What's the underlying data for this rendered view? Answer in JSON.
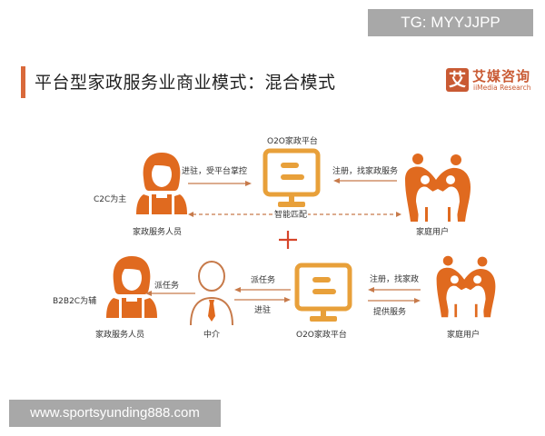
{
  "watermarks": {
    "top_right": "TG: MYYJJPP",
    "bottom_left": "www.sportsyunding888.com"
  },
  "header": {
    "title": "平台型家政服务业商业模式：混合模式",
    "accent_color": "#d9693a"
  },
  "logo": {
    "icon_char": "艾",
    "name_cn": "艾媒咨询",
    "name_en": "iiMedia Research",
    "color": "#c95a33"
  },
  "colors": {
    "person_orange": "#e06a1f",
    "platform_gold": "#e8a03a",
    "arrow_brown": "#c77a4a",
    "plus_red": "#d6452a"
  },
  "diagram": {
    "top_model": {
      "label": "C2C为主",
      "worker": "家政服务人员",
      "platform": "O2O家政平台",
      "user": "家庭用户",
      "arrow_worker_to_platform": "进驻，受平台掌控",
      "arrow_user_to_platform": "注册，找家政服务",
      "matching": "智能匹配"
    },
    "connector": "+",
    "bottom_model": {
      "label": "B2B2C为辅",
      "worker": "家政服务人员",
      "agent": "中介",
      "platform": "O2O家政平台",
      "user": "家庭用户",
      "arrow_agent_to_worker": "派任务",
      "arrow_platform_to_agent": "派任务",
      "arrow_agent_to_platform": "进驻",
      "arrow_user_to_platform": "注册，找家政",
      "arrow_platform_to_user": "提供服务"
    }
  }
}
